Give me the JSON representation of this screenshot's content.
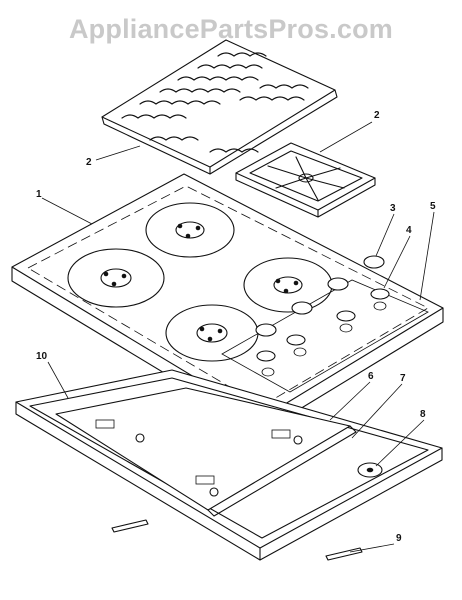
{
  "watermark": {
    "text": "AppliancePartsPros.com"
  },
  "callouts": [
    {
      "id": "c1",
      "text": "1"
    },
    {
      "id": "c2a",
      "text": "2"
    },
    {
      "id": "c2b",
      "text": "2"
    },
    {
      "id": "c3",
      "text": "3"
    },
    {
      "id": "c4",
      "text": "4"
    },
    {
      "id": "c5",
      "text": "5"
    },
    {
      "id": "c6",
      "text": "6"
    },
    {
      "id": "c7",
      "text": "7"
    },
    {
      "id": "c8",
      "text": "8"
    },
    {
      "id": "c9",
      "text": "9"
    },
    {
      "id": "c10",
      "text": "10"
    }
  ]
}
